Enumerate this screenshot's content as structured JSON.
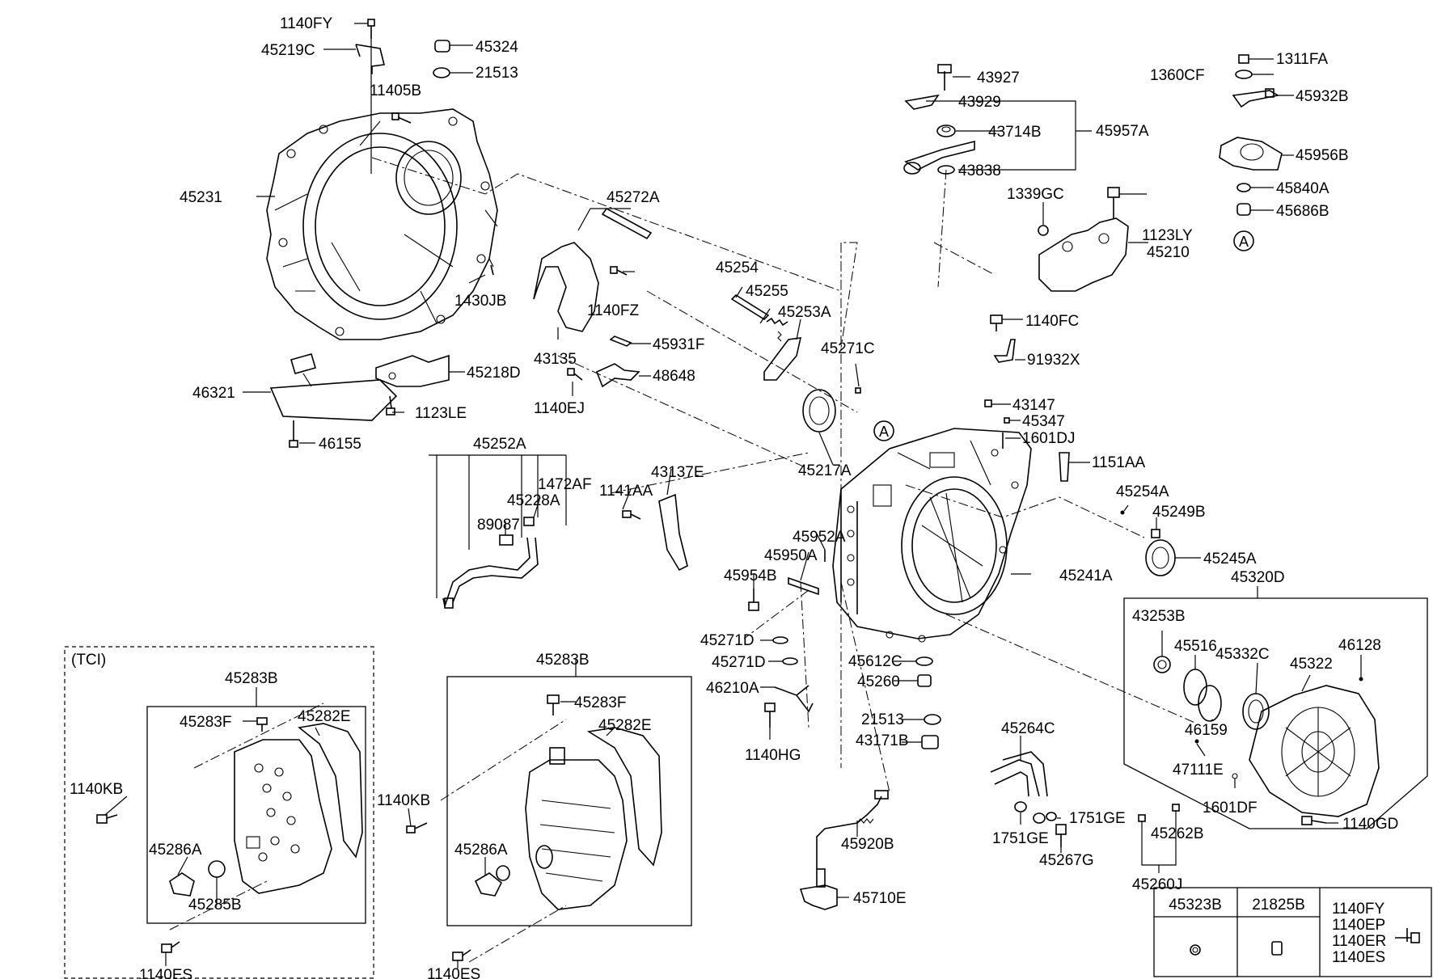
{
  "labels": {
    "p1140FY": "1140FY",
    "p45219C": "45219C",
    "p45324": "45324",
    "p21513a": "21513",
    "p11405B": "11405B",
    "p45231": "45231",
    "p45272A": "45272A",
    "p1430JB": "1430JB",
    "p1140FZ": "1140FZ",
    "p43135": "43135",
    "p46321": "46321",
    "p45218D": "45218D",
    "p1123LE": "1123LE",
    "p46155": "46155",
    "p45931F": "45931F",
    "p48648": "48648",
    "p1140EJ": "1140EJ",
    "p45254": "45254",
    "p45255": "45255",
    "p45253A": "45253A",
    "p45271C": "45271C",
    "p43927": "43927",
    "p43929": "43929",
    "p43714B": "43714B",
    "p45957A": "45957A",
    "p43838": "43838",
    "p1339GC": "1339GC",
    "p1123LY": "1123LY",
    "p45210": "45210",
    "p1311FA": "1311FA",
    "p1360CF": "1360CF",
    "p45932B": "45932B",
    "p45956B": "45956B",
    "p45840A": "45840A",
    "p45686B": "45686B",
    "circleA1": "A",
    "p1140FC": "1140FC",
    "p91932X": "91932X",
    "p43147": "43147",
    "p45347": "45347",
    "p1601DJ": "1601DJ",
    "p1151AA": "1151AA",
    "p45217A": "45217A",
    "circleA2": "A",
    "p45254A": "45254A",
    "p45249B": "45249B",
    "p45245A": "45245A",
    "p45241A": "45241A",
    "p45320D": "45320D",
    "p45252A": "45252A",
    "p1472AF": "1472AF",
    "p45228A": "45228A",
    "p89087": "89087",
    "p1141AA": "1141AA",
    "p43137E": "43137E",
    "p45952A": "45952A",
    "p45950A": "45950A",
    "p45954B": "45954B",
    "p45271Da": "45271D",
    "p45271Db": "45271D",
    "p46210A": "46210A",
    "p1140HG": "1140HG",
    "p45612C": "45612C",
    "p45260": "45260",
    "p21513b": "21513",
    "p43171B": "43171B",
    "p45264C": "45264C",
    "p1751GEa": "1751GE",
    "p1751GEb": "1751GE",
    "p45267G": "45267G",
    "p45920B": "45920B",
    "p45710E": "45710E",
    "p43253B": "43253B",
    "p45516": "45516",
    "p45332C": "45332C",
    "p45322": "45322",
    "p46128": "46128",
    "p46159": "46159",
    "p47111E": "47111E",
    "p1601DF": "1601DF",
    "p1140GD": "1140GD",
    "p45262B": "45262B",
    "p45260J": "45260J",
    "tci": "(TCI)",
    "p45283Ba": "45283B",
    "p45283Fa": "45283F",
    "p45282Ea": "45282E",
    "p1140KBa": "1140KB",
    "p45286Aa": "45286A",
    "p45285B": "45285B",
    "p1140ESa": "1140ES",
    "p45283Bb": "45283B",
    "p45283Fb": "45283F",
    "p45282Eb": "45282E",
    "p1140KBb": "1140KB",
    "p45286Ab": "45286A",
    "p1140ESb": "1140ES"
  },
  "legend_table": {
    "col1": "45323B",
    "col2": "21825B",
    "col3_lines": [
      "1140FY",
      "1140EP",
      "1140ER",
      "1140ES"
    ]
  }
}
